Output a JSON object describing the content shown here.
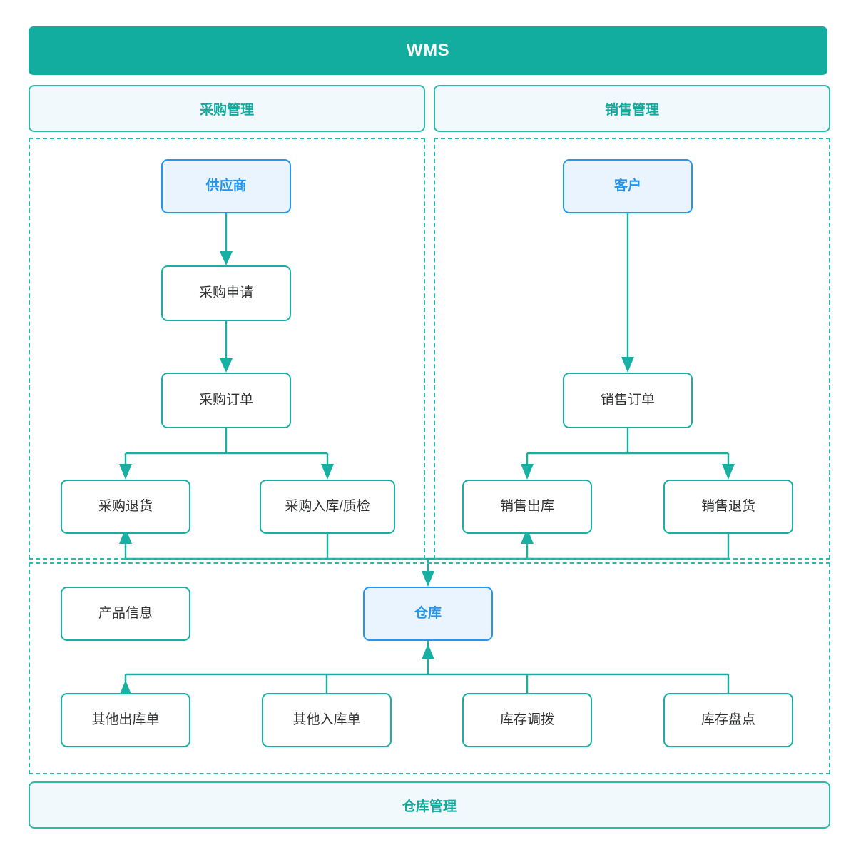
{
  "banner": {
    "title": "WMS"
  },
  "sections": {
    "purchase_label": "采购管理",
    "sales_label": "销售管理",
    "warehouse_label": "仓库管理"
  },
  "nodes": {
    "supplier": "供应商",
    "purchase_request": "采购申请",
    "purchase_order": "采购订单",
    "purchase_return": "采购退货",
    "purchase_inbound": "采购入库/质检",
    "customer": "客户",
    "sales_order": "销售订单",
    "sales_outbound": "销售出库",
    "sales_return": "销售退货",
    "product_info": "产品信息",
    "warehouse": "仓库",
    "other_outbound": "其他出库单",
    "other_inbound": "其他入库单",
    "stock_transfer": "库存调拨",
    "stock_count": "库存盘点"
  },
  "colors": {
    "teal": "#13ADA0",
    "teal_border": "#17B0A3",
    "teal_text": "#13A99C",
    "pill_fill": "#F2F9FC",
    "entity_blue": "#2196F3",
    "entity_fill": "#E9F4FE",
    "node_text": "#303133",
    "banner_text": "#FFFFFF"
  },
  "edges": [
    {
      "from": "supplier",
      "to": "purchase_request",
      "arrow": "down"
    },
    {
      "from": "purchase_request",
      "to": "purchase_order",
      "arrow": "down"
    },
    {
      "from": "purchase_order",
      "to": "purchase_return",
      "arrow": "down"
    },
    {
      "from": "purchase_order",
      "to": "purchase_inbound",
      "arrow": "down"
    },
    {
      "from": "customer",
      "to": "sales_order",
      "arrow": "down"
    },
    {
      "from": "sales_order",
      "to": "sales_outbound",
      "arrow": "down"
    },
    {
      "from": "sales_order",
      "to": "sales_return",
      "arrow": "down"
    },
    {
      "from": "purchase_inbound",
      "to": "warehouse",
      "arrow": "down"
    },
    {
      "from": "sales_return",
      "to": "warehouse",
      "arrow": "down"
    },
    {
      "from": "warehouse",
      "to": "purchase_return",
      "arrow": "up"
    },
    {
      "from": "warehouse",
      "to": "sales_outbound",
      "arrow": "up"
    },
    {
      "from": "other_inbound",
      "to": "warehouse",
      "arrow": "up"
    },
    {
      "from": "stock_transfer",
      "to": "warehouse",
      "arrow": "up"
    },
    {
      "from": "stock_count",
      "to": "warehouse",
      "arrow": "up"
    },
    {
      "from": "warehouse",
      "to": "other_outbound",
      "arrow": "down"
    }
  ]
}
